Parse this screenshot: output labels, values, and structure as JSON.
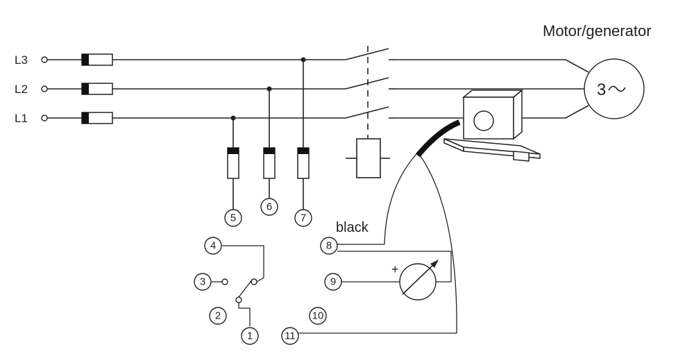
{
  "title": "Motor/generator",
  "lines": [
    {
      "id": "L3",
      "label": "L3"
    },
    {
      "id": "L2",
      "label": "L2"
    },
    {
      "id": "L1",
      "label": "L1"
    }
  ],
  "motor_symbol": "3",
  "wire_label": "black",
  "terminals": [
    "1",
    "2",
    "3",
    "4",
    "5",
    "6",
    "7",
    "8",
    "9",
    "10",
    "11"
  ],
  "meter_polarity": "+"
}
